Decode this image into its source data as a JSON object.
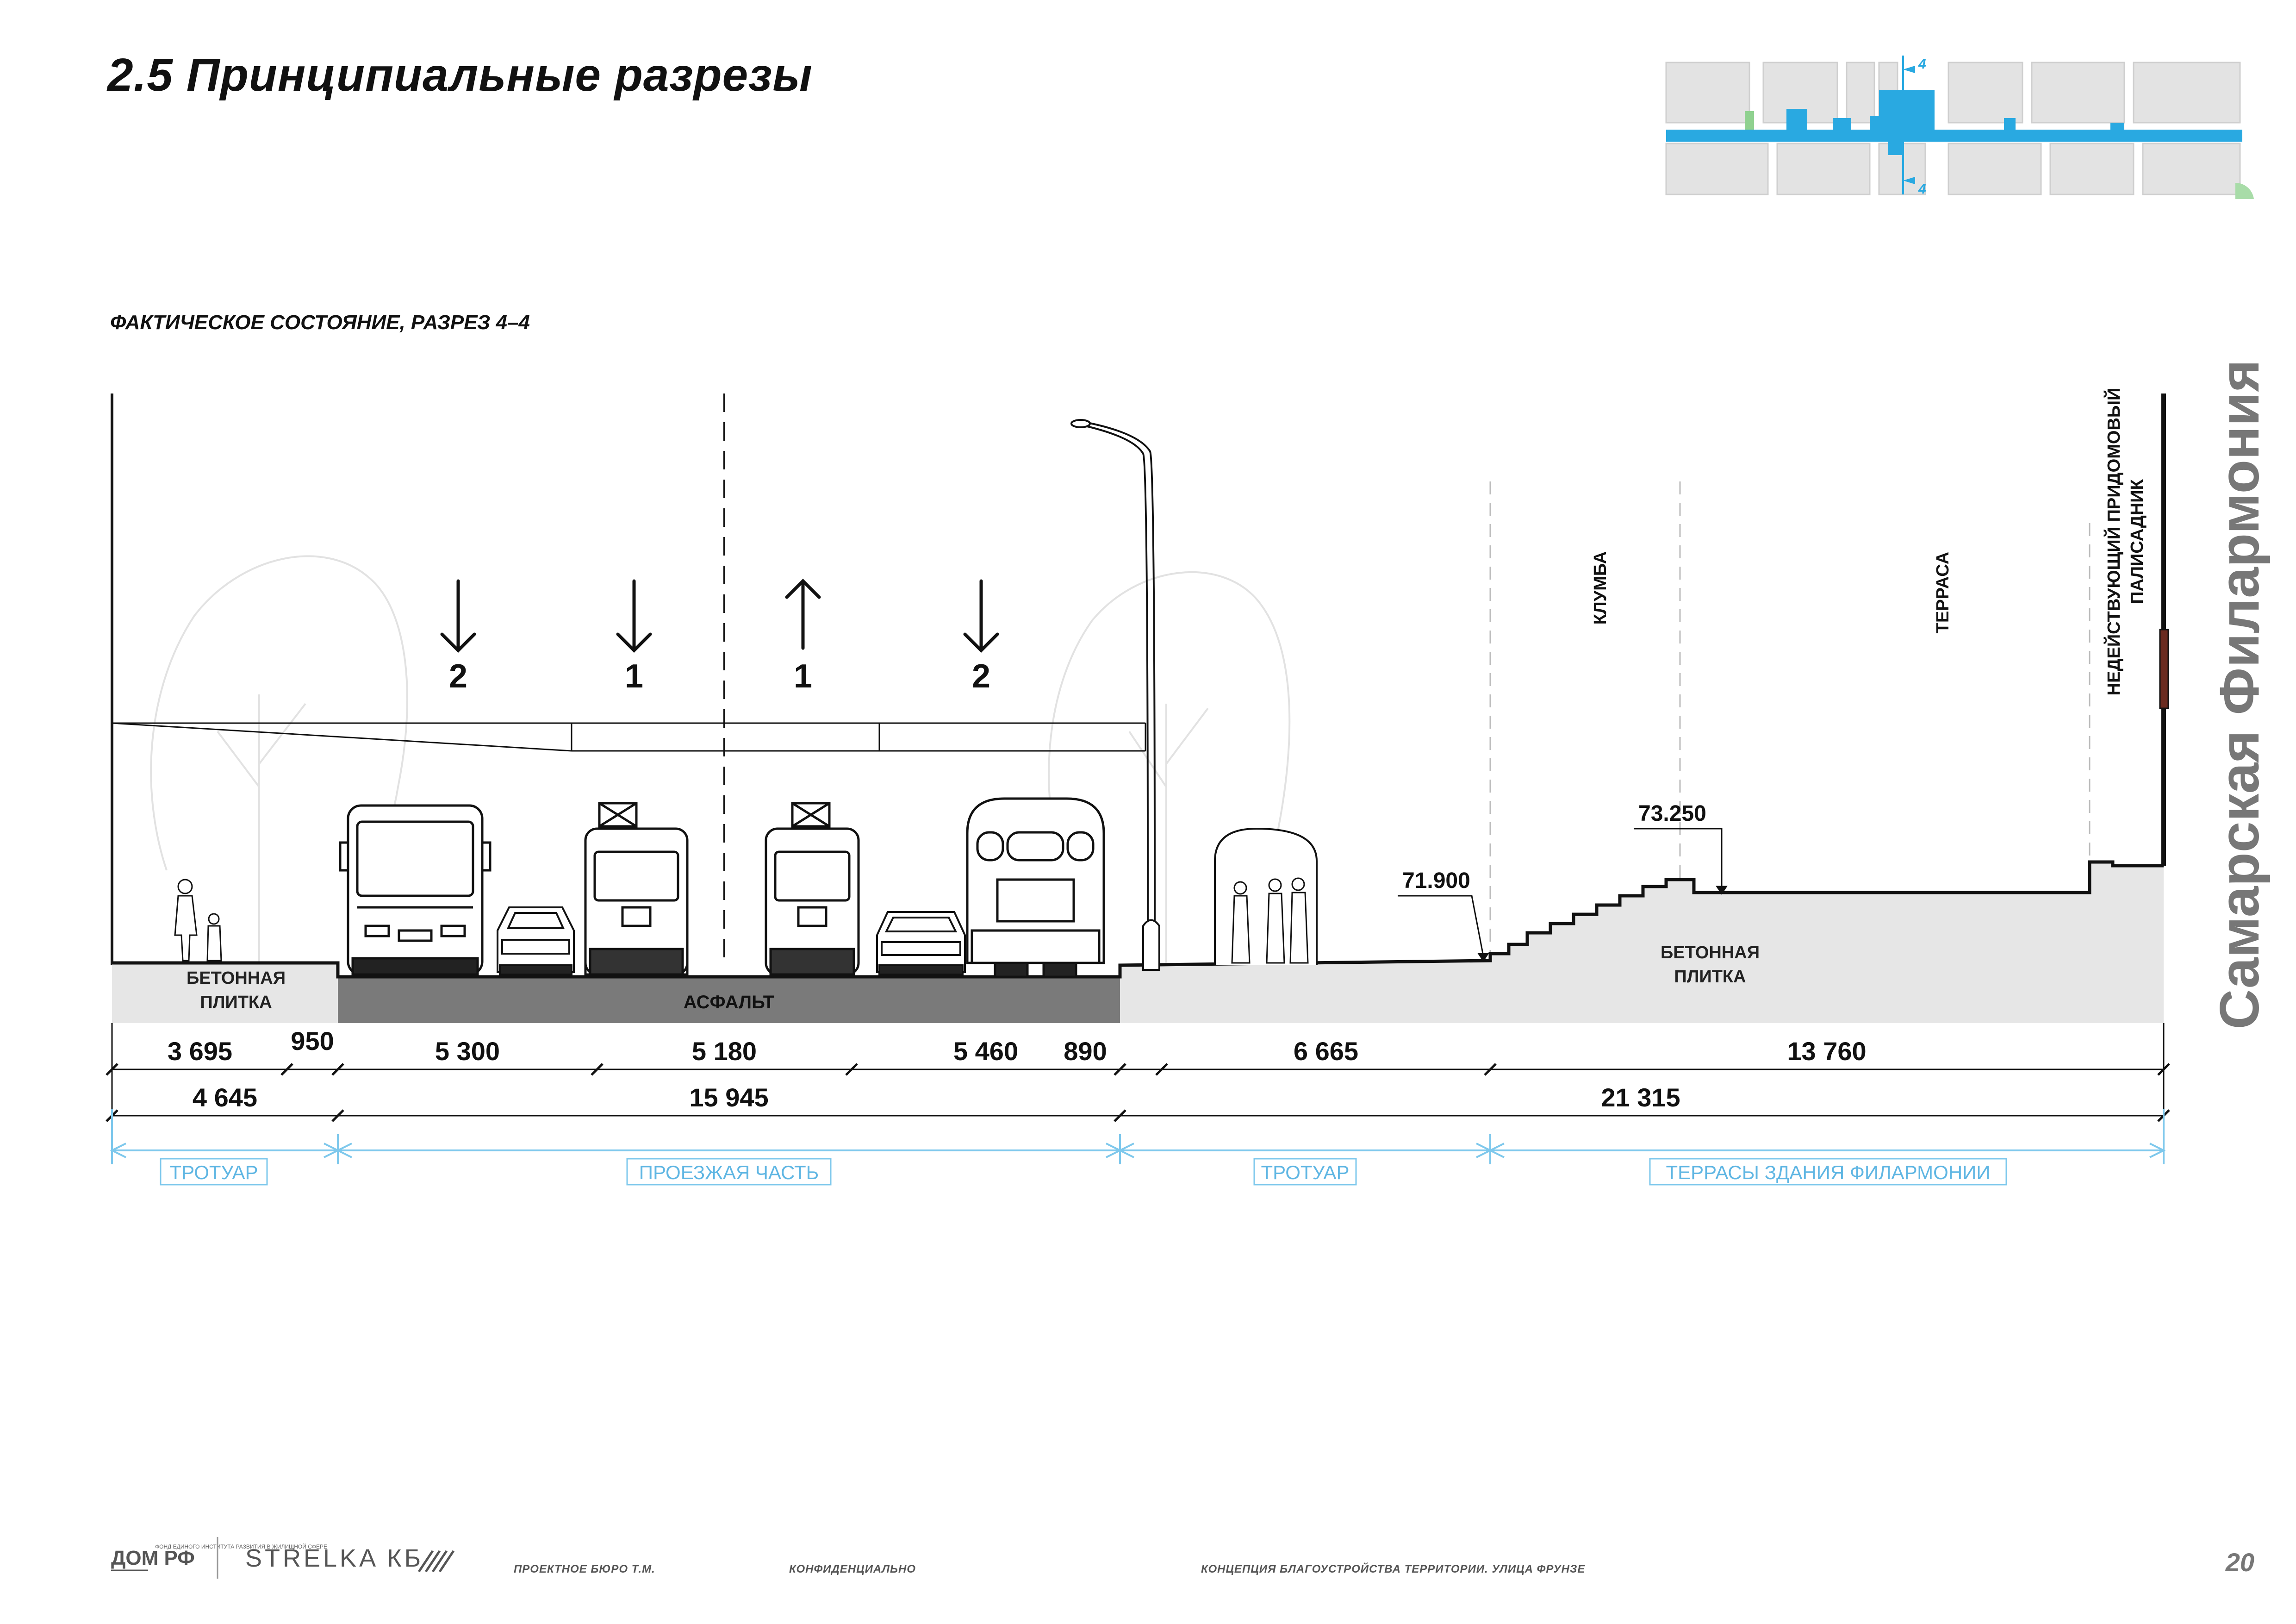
{
  "header": {
    "title": "2.5  Принципиальные разрезы",
    "subtitle": "ФАКТИЧЕСКОЕ СОСТОЯНИЕ, РАЗРЕЗ 4–4"
  },
  "key_map": {
    "marker_label": "4",
    "accent_color": "#29a9e1"
  },
  "section": {
    "lanes": [
      {
        "arrow": "down",
        "label": "2"
      },
      {
        "arrow": "down",
        "label": "1"
      },
      {
        "arrow": "up",
        "label": "1"
      },
      {
        "arrow": "down",
        "label": "2"
      }
    ],
    "surfaces": {
      "left_paving": "БЕТОННАЯ\nПЛИТКА",
      "asphalt": "АСФАЛЬТ",
      "right_paving": "БЕТОННАЯ\nПЛИТКА"
    },
    "elevations": [
      "71.900",
      "73.250"
    ],
    "vertical_labels": {
      "flowerbed": "КЛУМБА",
      "terrace": "ТЕРРАСА",
      "front_garden": "НЕДЕЙСТВУЮЩИЙ ПРИДОМОВЫЙ\nПАЛИСАДНИК",
      "building": "Самарская Филармония"
    },
    "dimensions_row1": [
      "3 695",
      "950",
      "5 300",
      "5 180",
      "5 460",
      "890",
      "6 665",
      "13 760"
    ],
    "dimensions_row2": [
      "4 645",
      "15 945",
      "21 315"
    ],
    "zones": [
      "ТРОТУАР",
      "ПРОЕЗЖАЯ ЧАСТЬ",
      "ТРОТУАР",
      "ТЕРРАСЫ ЗДАНИЯ ФИЛАРМОНИИ"
    ],
    "colors": {
      "paving": "#e6e6e6",
      "asphalt": "#7a7a7a",
      "zone_line": "#7ec8ec",
      "zone_text": "#5fb6e3"
    }
  },
  "footer": {
    "logo_text": "ДОМ РФ",
    "logo_small": "ФОНД ЕДИНОГО ИНСТИТУТА РАЗВИТИЯ В ЖИЛИЩНОЙ СФЕРЕ",
    "brand": "STRELKA КБ",
    "bureau": "ПРОЕКТНОЕ БЮРО Т.М.",
    "confidential": "КОНФИДЕНЦИАЛЬНО",
    "concept": "КОНЦЕПЦИЯ БЛАГОУСТРОЙСТВА ТЕРРИТОРИИ. УЛИЦА ФРУНЗЕ",
    "page": "20"
  }
}
